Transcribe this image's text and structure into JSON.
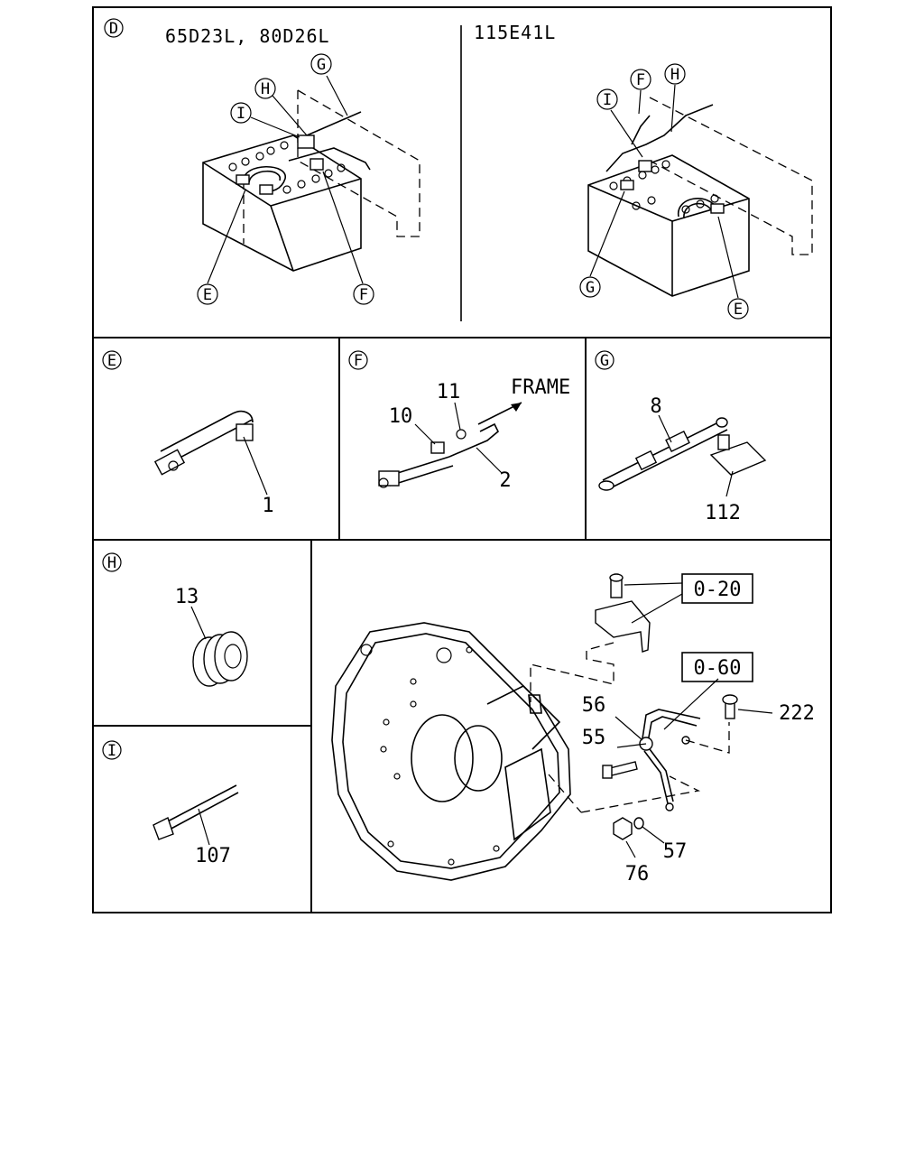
{
  "panels": {
    "D": {
      "letter": "D",
      "left_title": "65D23L, 80D26L",
      "right_title": "115E41L",
      "left_callouts": [
        "G",
        "H",
        "I",
        "E",
        "F"
      ],
      "right_callouts": [
        "F",
        "H",
        "I",
        "G",
        "E"
      ]
    },
    "E": {
      "letter": "E",
      "parts": [
        "1"
      ]
    },
    "F": {
      "letter": "F",
      "parts": [
        "10",
        "11",
        "2"
      ],
      "arrow_label": "FRAME"
    },
    "G": {
      "letter": "G",
      "parts": [
        "8",
        "112"
      ]
    },
    "H": {
      "letter": "H",
      "parts": [
        "13"
      ]
    },
    "I": {
      "letter": "I",
      "parts": [
        "107"
      ]
    },
    "main": {
      "refs": [
        "0-20",
        "0-60"
      ],
      "parts": [
        "56",
        "55",
        "222",
        "57",
        "76"
      ]
    }
  }
}
